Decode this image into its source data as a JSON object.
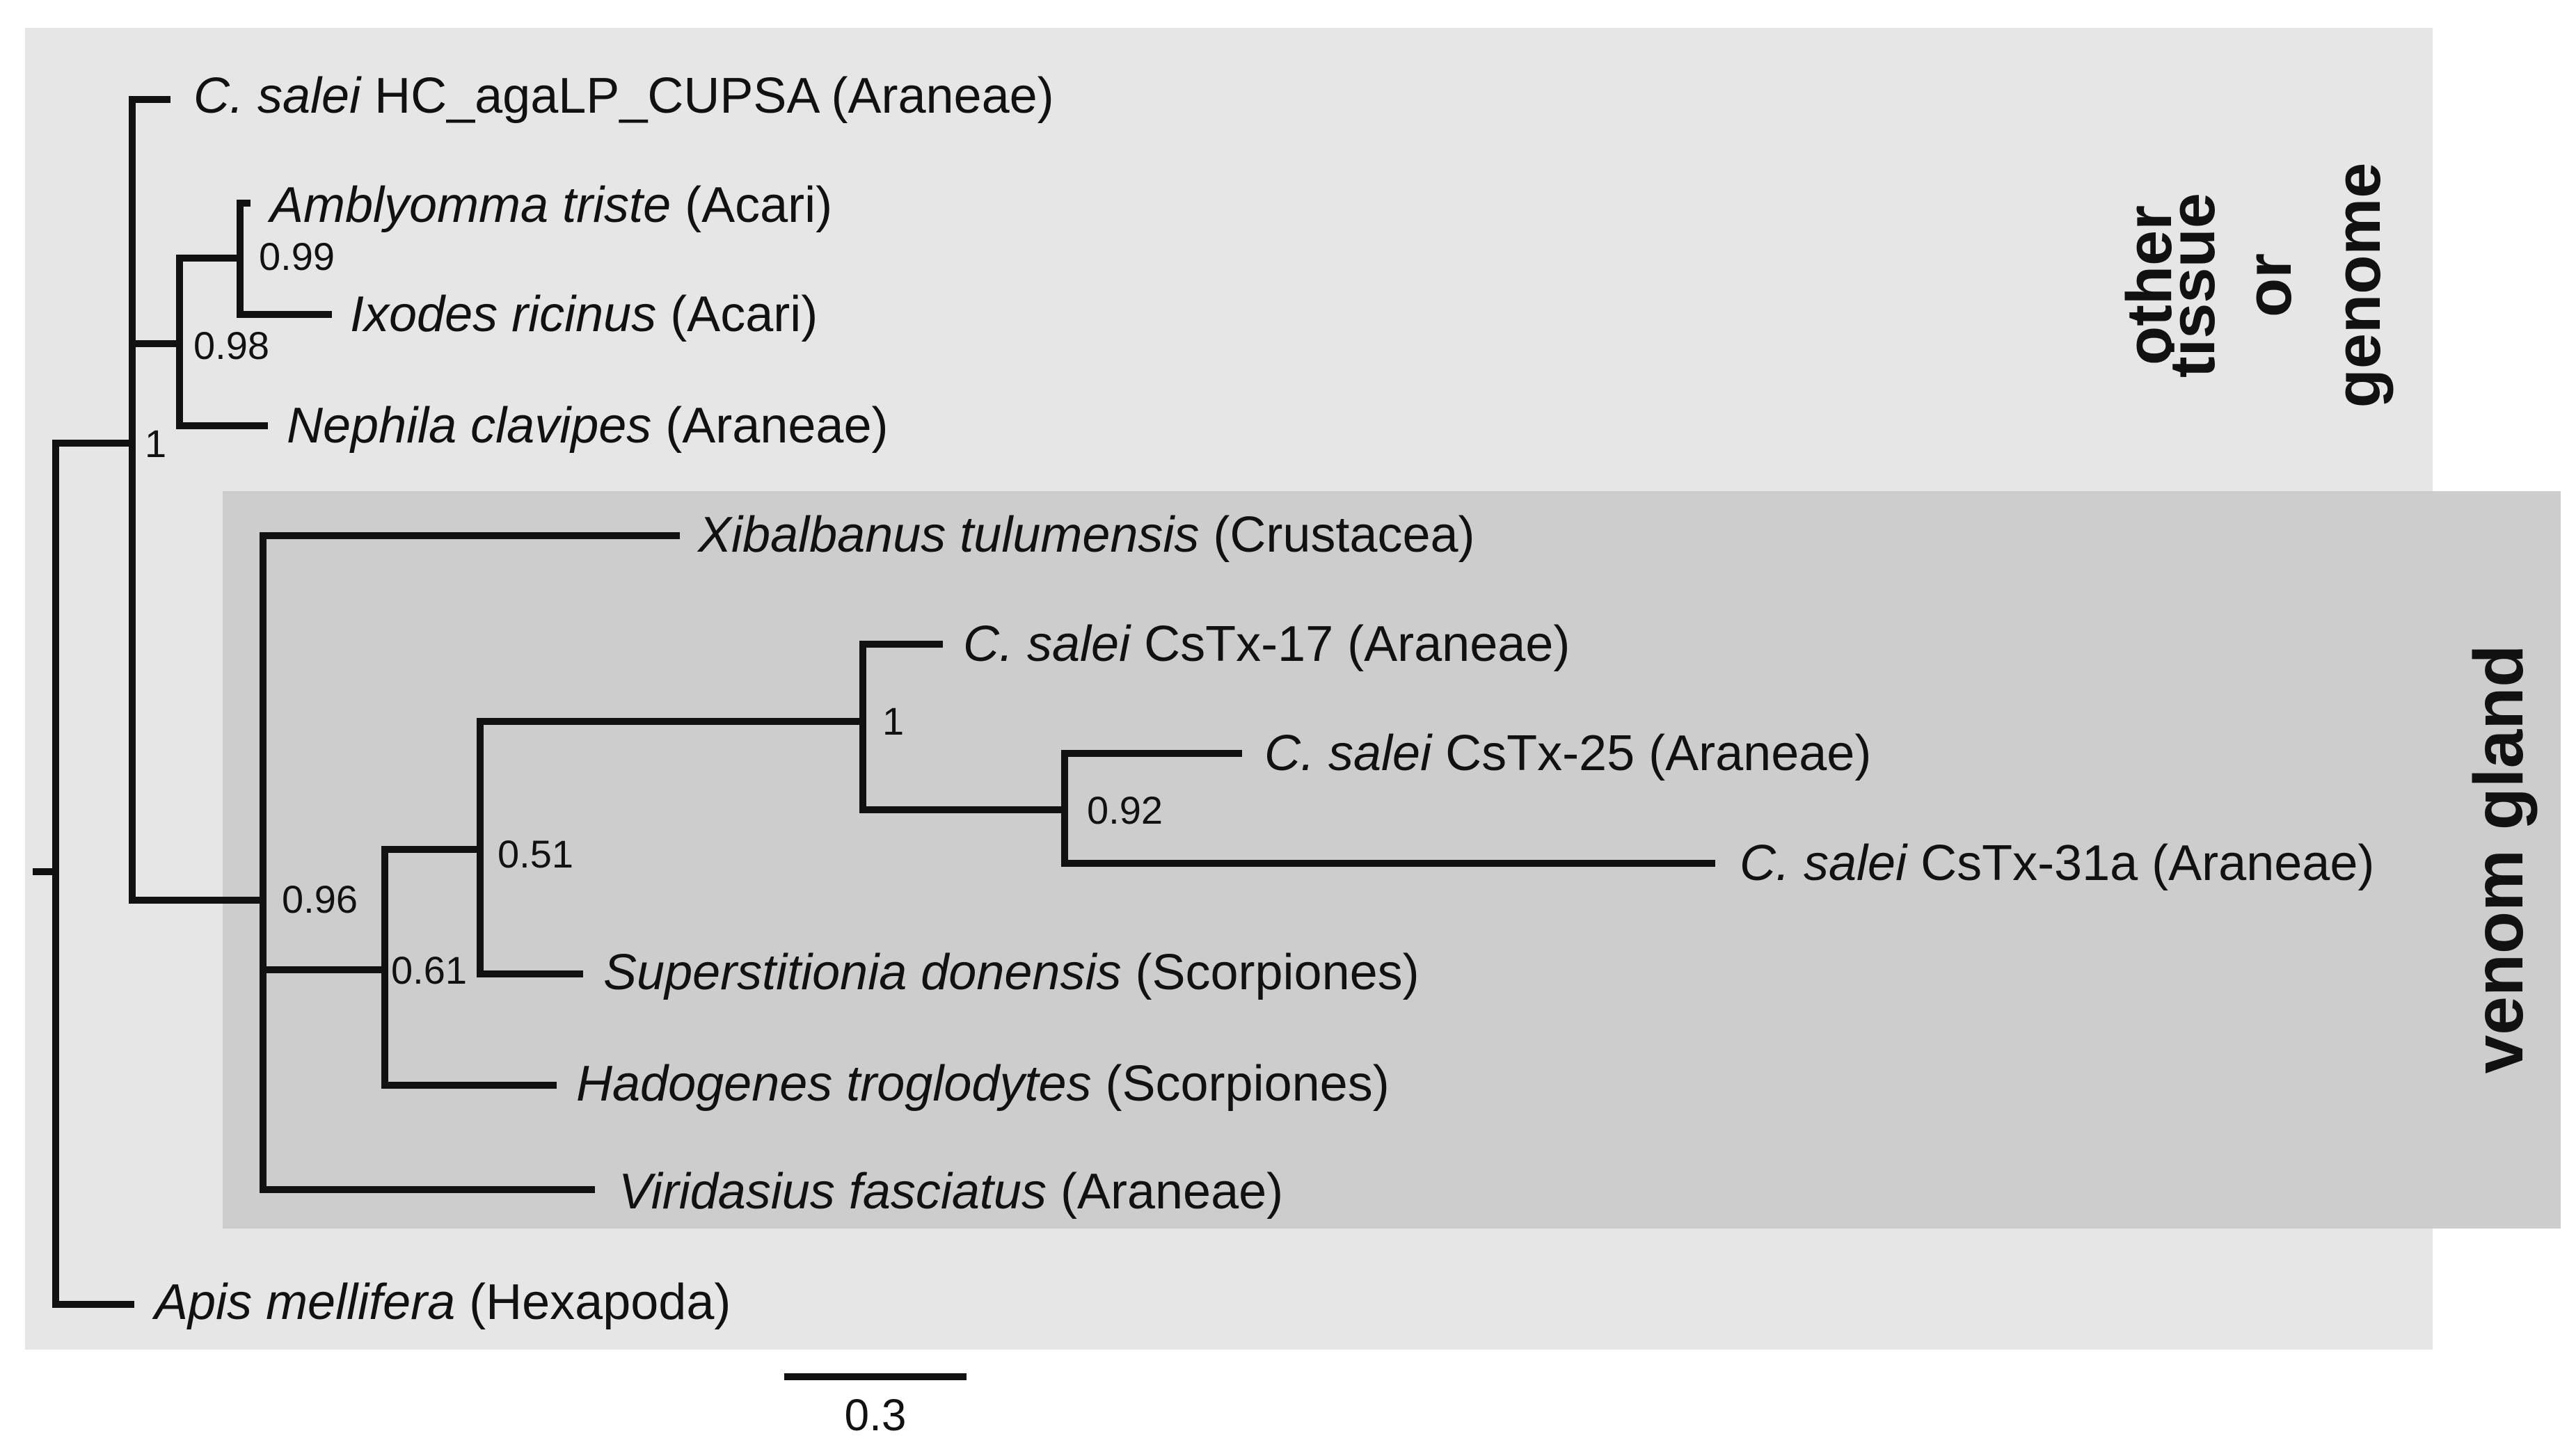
{
  "regions": {
    "other": {
      "label_lines": [
        "other",
        "tissue",
        "or",
        "genome"
      ],
      "color": "#e6e6e6"
    },
    "venom": {
      "label": "venom gland",
      "color": "#cdcdcd"
    }
  },
  "taxa": [
    {
      "id": "hc",
      "species": "C. salei",
      "rest": " HC_agaLP_CUPSA (Araneae)"
    },
    {
      "id": "amblyomma",
      "species": "Amblyomma triste",
      "rest": " (Acari)"
    },
    {
      "id": "ixodes",
      "species": "Ixodes ricinus",
      "rest": " (Acari)"
    },
    {
      "id": "nephila",
      "species": "Nephila clavipes",
      "rest": " (Araneae)"
    },
    {
      "id": "xibalbanus",
      "species": "Xibalbanus tulumensis",
      "rest": " (Crustacea)"
    },
    {
      "id": "cstx17",
      "species": "C. salei",
      "rest": " CsTx-17 (Araneae)"
    },
    {
      "id": "cstx25",
      "species": "C. salei",
      "rest": " CsTx-25 (Araneae)"
    },
    {
      "id": "cstx31a",
      "species": "C. salei",
      "rest": " CsTx-31a (Araneae)"
    },
    {
      "id": "superstitionia",
      "species": "Superstitionia donensis",
      "rest": " (Scorpiones)"
    },
    {
      "id": "hadogenes",
      "species": "Hadogenes troglodytes",
      "rest": " (Scorpiones)"
    },
    {
      "id": "viridasius",
      "species": "Viridasius fasciatus",
      "rest": " (Araneae)"
    },
    {
      "id": "apis",
      "species": "Apis mellifera",
      "rest": " (Hexapoda)"
    }
  ],
  "support": [
    {
      "id": "s099",
      "value": "0.99"
    },
    {
      "id": "s098",
      "value": "0.98"
    },
    {
      "id": "s1a",
      "value": "1"
    },
    {
      "id": "s1b",
      "value": "1"
    },
    {
      "id": "s092",
      "value": "0.92"
    },
    {
      "id": "s051",
      "value": "0.51"
    },
    {
      "id": "s096",
      "value": "0.96"
    },
    {
      "id": "s061",
      "value": "0.61"
    }
  ],
  "scale_bar": {
    "label": "0.3"
  }
}
